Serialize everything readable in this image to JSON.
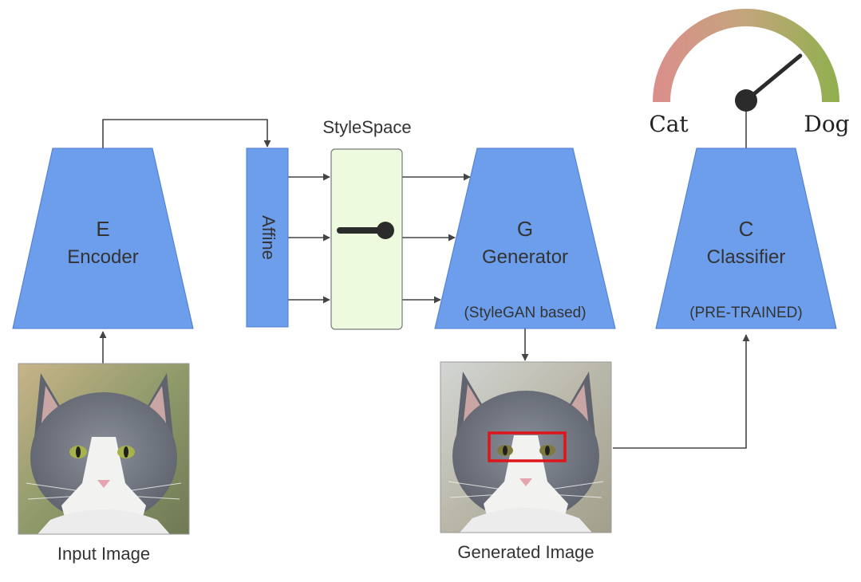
{
  "labels": {
    "stylespace": "StyleSpace",
    "affine": "Affine",
    "input_image": "Input Image",
    "generated_image": "Generated Image"
  },
  "encoder": {
    "letter": "E",
    "name": "Encoder"
  },
  "generator": {
    "letter": "G",
    "name": "Generator",
    "note": "(StyleGAN based)"
  },
  "classifier": {
    "letter": "C",
    "name": "Classifier",
    "note": "(PRE-TRAINED)"
  },
  "gauge": {
    "left_label": "Cat",
    "right_label": "Dog",
    "level": 0.78
  },
  "colors": {
    "block": "#6d9eeb",
    "block_stroke": "#4a7bd0",
    "stylespace_box": "#eefadd",
    "line": "#444444",
    "highlight": "#e0151b",
    "gauge_low": "#dc8e8c",
    "gauge_high": "#8fb04d"
  }
}
